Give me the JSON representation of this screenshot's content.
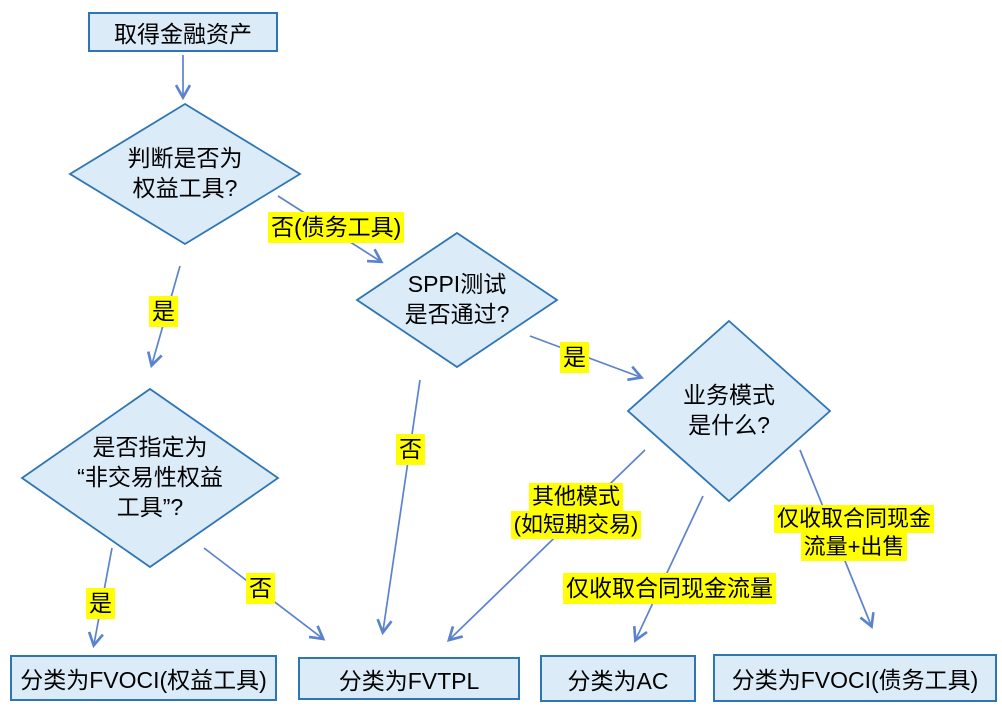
{
  "colors": {
    "node_fill": "#dcebf8",
    "node_border": "#2e75b6",
    "arrow": "#5b83cd",
    "highlight": "#ffff00",
    "text": "#000000"
  },
  "nodes": {
    "start": {
      "label": "取得金融资产"
    },
    "decision_equity": {
      "lines": [
        "判断是否为",
        "权益工具?"
      ]
    },
    "decision_sppi": {
      "lines": [
        "SPPI测试",
        "是否通过?"
      ]
    },
    "decision_business": {
      "lines": [
        "业务模式",
        "是什么?"
      ]
    },
    "decision_designated": {
      "lines": [
        "是否指定为",
        "“非交易性权益",
        "工具”?"
      ]
    },
    "result_fvoci_equity": {
      "label": "分类为FVOCI(权益工具)"
    },
    "result_fvtpl": {
      "label": "分类为FVTPL"
    },
    "result_ac": {
      "label": "分类为AC"
    },
    "result_fvoci_debt": {
      "label": "分类为FVOCI(债务工具)"
    }
  },
  "edge_labels": {
    "no_debt_instrument": {
      "label": "否(债务工具)"
    },
    "yes_to_designated": {
      "label": "是"
    },
    "yes_to_business": {
      "label": "是"
    },
    "no_sppi": {
      "label": "否"
    },
    "other_model": {
      "lines": [
        "其他模式",
        "(如短期交易)"
      ]
    },
    "collect_only": {
      "label": "仅收取合同现金流量"
    },
    "collect_and_sell": {
      "lines": [
        "仅收取合同现金",
        "流量+出售"
      ]
    },
    "yes_designated": {
      "label": "是"
    },
    "no_designated": {
      "label": "否"
    }
  }
}
